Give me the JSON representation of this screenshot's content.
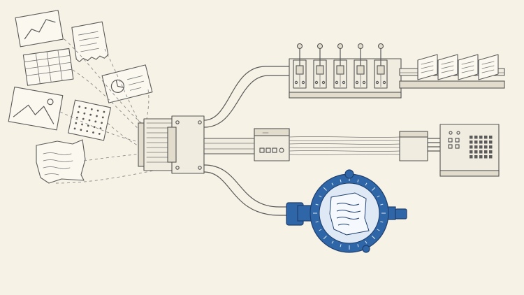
{
  "scene": {
    "colors": {
      "background": "#f7f2e6",
      "ink": "#5a5a5a",
      "accent_blue": "#2f66a8",
      "paper": "#fbf8ef"
    },
    "documents": [
      {
        "name": "line-chart-doc-icon"
      },
      {
        "name": "receipt-doc-icon"
      },
      {
        "name": "spreadsheet-doc-icon"
      },
      {
        "name": "pie-chart-doc-icon"
      },
      {
        "name": "image-doc-icon"
      },
      {
        "name": "dot-grid-doc-icon"
      },
      {
        "name": "crumpled-note-doc-icon"
      }
    ],
    "pipes": [
      "top-branch-pipe",
      "middle-branch-pipe",
      "bottom-branch-pipe"
    ],
    "top_branch": {
      "switch_count": 5,
      "output_card_count": 4
    },
    "middle_branch": {
      "output_device": "keypad-device"
    },
    "bottom_branch": {
      "output_device": "magnifying-gauge"
    }
  }
}
